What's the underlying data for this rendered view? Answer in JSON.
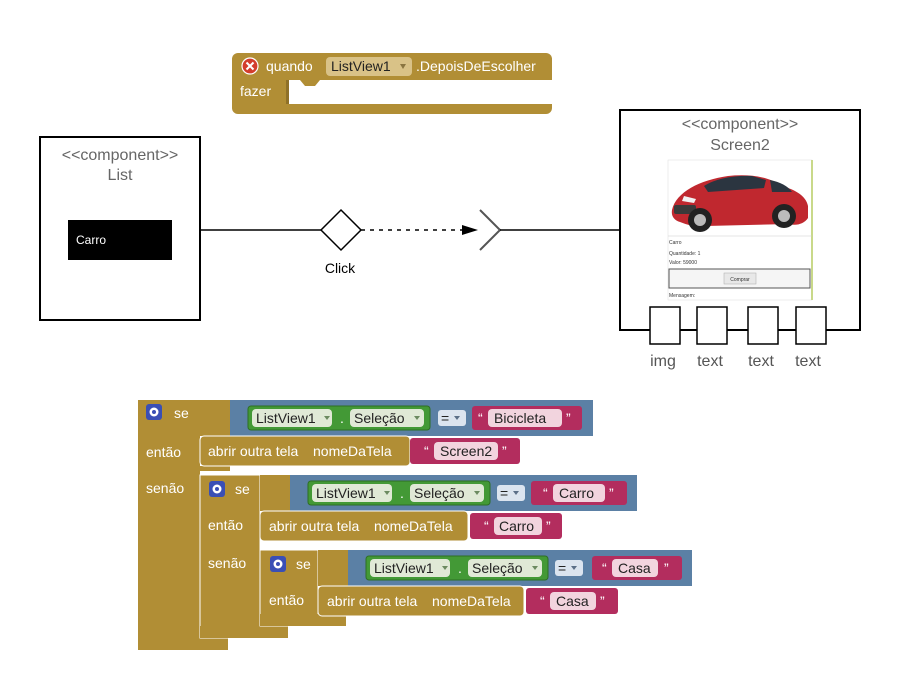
{
  "colors": {
    "control": "#b18e35",
    "control_dark": "#8f7128",
    "ui_component": "#439936",
    "event_pill": "#d9c287",
    "logic_blue": "#5b80a5",
    "text_pink": "#b32d5e",
    "field_light": "#e8ddc0",
    "error_red": "#d33d2c"
  },
  "event_block": {
    "when_label": "quando",
    "component": "ListView1",
    "event": ".DepoisDeEscolher",
    "do_label": "fazer",
    "error_icon": "error-x-icon"
  },
  "list_component": {
    "stereotype": "<<component>>",
    "name": "List",
    "item": "Carro"
  },
  "transition": {
    "label": "Click"
  },
  "screen_component": {
    "stereotype": "<<component>>",
    "name": "Screen2",
    "preview": {
      "title": "Carro",
      "quantity": "Quantidade: 1",
      "price": "Valor: 59000",
      "buy_button": "Comprar",
      "message": "Mensagem:"
    },
    "ports": [
      "img",
      "text",
      "text",
      "text"
    ]
  },
  "logic": {
    "if_label": "se",
    "then_label": "então",
    "else_label": "senão",
    "component": "ListView1",
    "property": "Seleção",
    "dot": ".",
    "operator": "=",
    "open_action": "abrir outra tela",
    "param": "nomeDaTela",
    "quote_open": "“",
    "quote_close": "”",
    "branches": [
      {
        "compare": "Bicicleta",
        "screen": "Screen2"
      },
      {
        "compare": "Carro",
        "screen": "Carro"
      },
      {
        "compare": "Casa",
        "screen": "Casa"
      }
    ]
  }
}
